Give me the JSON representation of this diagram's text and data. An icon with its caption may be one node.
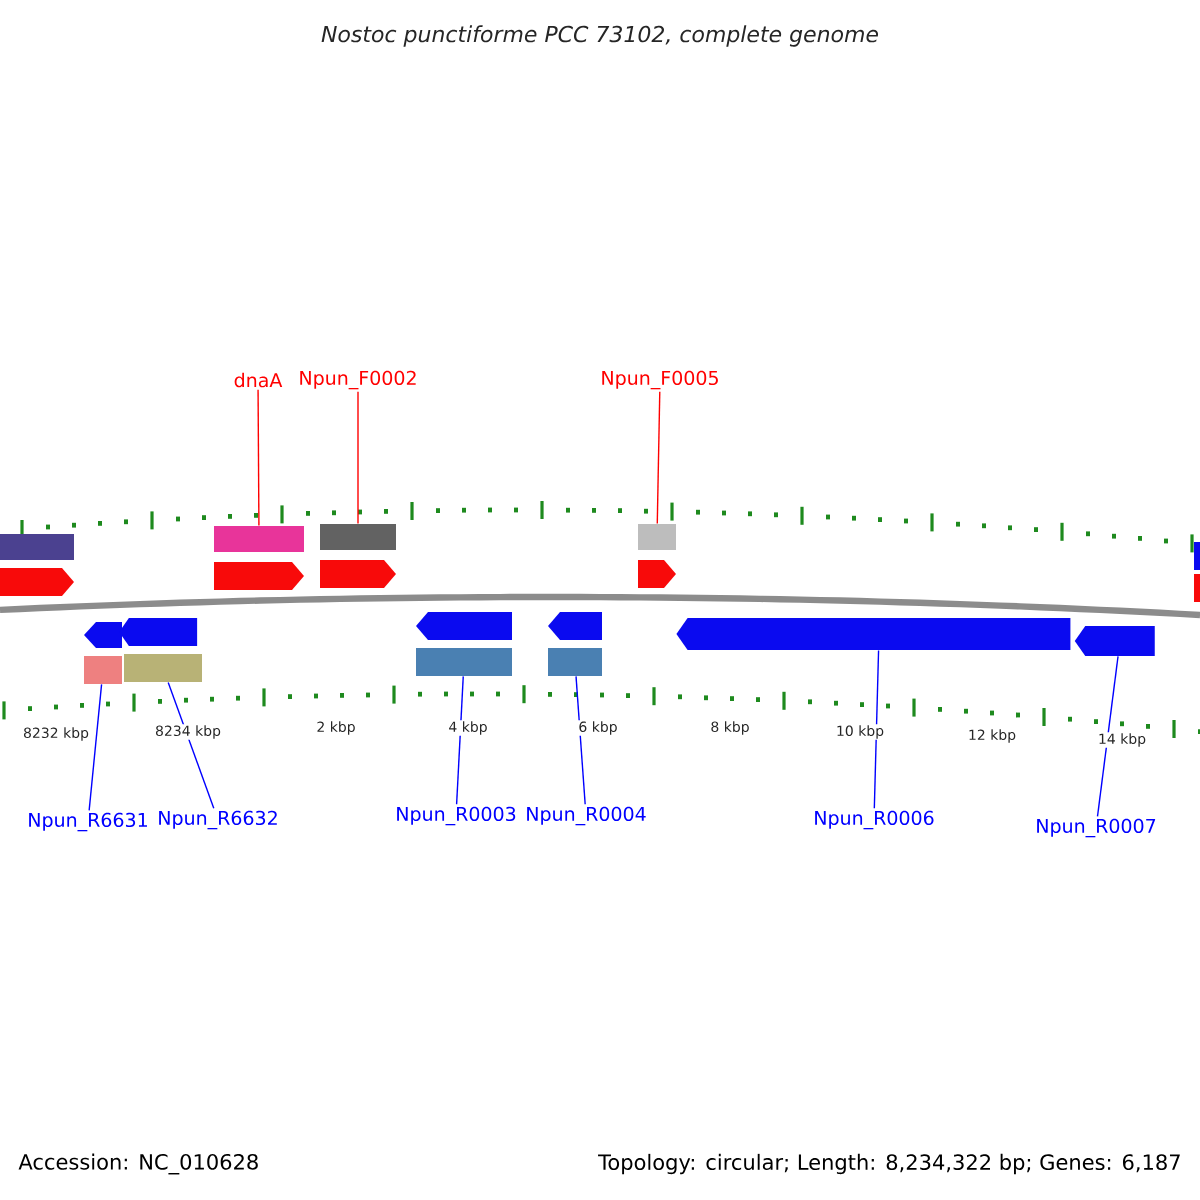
{
  "diagram": {
    "title": "Nostoc punctiforme PCC 73102, complete genome",
    "nodes": [
      {
        "text": [
          "dnaA"
        ]
      },
      {
        "text": [
          "Npun_F0002"
        ]
      },
      {
        "text": [
          "Npun_F0005"
        ]
      },
      {
        "text": [
          "Npun_R6631"
        ]
      },
      {
        "text": [
          "Npun_R6632"
        ]
      },
      {
        "text": [
          "Npun_R0003"
        ]
      },
      {
        "text": [
          "Npun_R0004"
        ]
      },
      {
        "text": [
          "Npun_R0006"
        ]
      },
      {
        "text": [
          "Npun_R0007"
        ]
      },
      {
        "text": [],
        "shape": "box"
      },
      {
        "text": [],
        "shape": "box"
      },
      {
        "text": [],
        "shape": "box"
      },
      {
        "text": [],
        "shape": "box"
      },
      {
        "text": [],
        "shape": "box"
      },
      {
        "text": [],
        "shape": "box"
      },
      {
        "text": [],
        "shape": "box"
      },
      {
        "text": [],
        "shape": "arrow"
      },
      {
        "text": [],
        "shape": "arrow"
      },
      {
        "text": [],
        "shape": "arrow"
      }
    ],
    "edges": [
      {
        "from": 0,
        "to": 9,
        "arrow": "none",
        "color": "#ff0000"
      },
      {
        "from": 1,
        "to": 10,
        "arrow": "none",
        "color": "#ff0000"
      },
      {
        "from": 2,
        "to": 11,
        "arrow": "none",
        "color": "#ff0000"
      },
      {
        "from": 3,
        "to": 12,
        "arrow": "none"
      },
      {
        "from": 4,
        "to": 13,
        "arrow": "none"
      },
      {
        "from": 5,
        "to": 14,
        "arrow": "none"
      },
      {
        "from": 6,
        "to": 15,
        "arrow": "none"
      },
      {
        "from": 7,
        "to": 17,
        "arrow": "none"
      },
      {
        "from": 8,
        "to": 18,
        "arrow": "none"
      }
    ],
    "labels": [
      "8232 kbp",
      "8234 kbp",
      "2 kbp",
      "4 kbp",
      "6 kbp",
      "8 kbp",
      "10 kbp",
      "12 kbp",
      "14 kbp",
      "Accession: NC_010628",
      "Topology: circular; Length: 8,234,322 bp; Genes: 6,187"
    ]
  }
}
